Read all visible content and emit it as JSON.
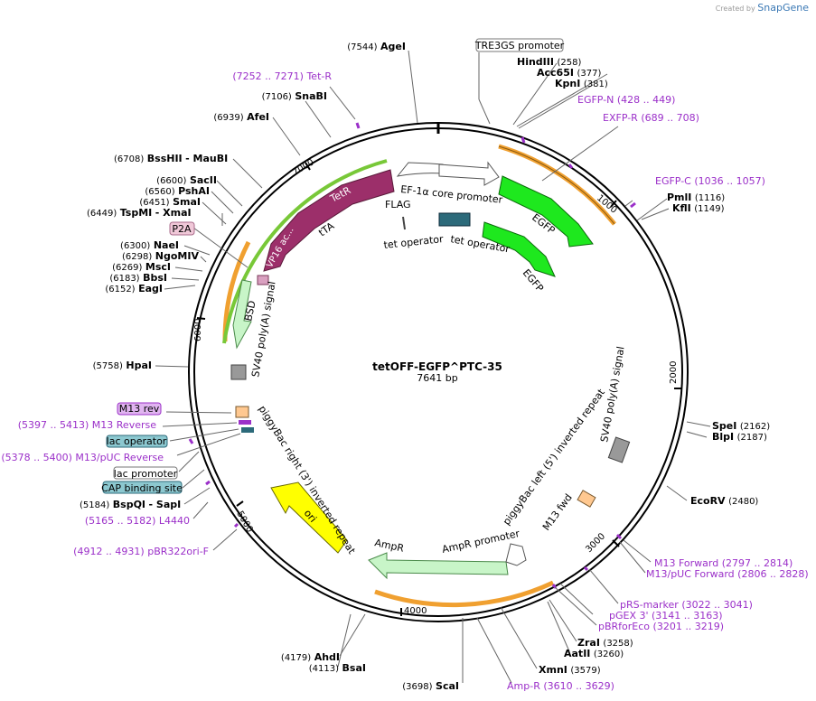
{
  "credit": {
    "prefix": "Created by",
    "brand": "SnapGene"
  },
  "plasmid": {
    "name": "tetOFF-EGFP^PTC-35",
    "size": "7641 bp"
  },
  "sites": [
    {
      "id": "agei",
      "name": "AgeI",
      "pos": "(7544)"
    },
    {
      "id": "tre3gs",
      "name": "TRE3GS promoter",
      "pos": ""
    },
    {
      "id": "hindiii",
      "name": "HindIII",
      "pos": "(258)"
    },
    {
      "id": "acc65i",
      "name": "Acc65I",
      "pos": "(377)"
    },
    {
      "id": "kpni",
      "name": "KpnI",
      "pos": "(381)"
    },
    {
      "id": "snabi",
      "name": "SnaBI",
      "pos": "(7106)"
    },
    {
      "id": "afei",
      "name": "AfeI",
      "pos": "(6939)"
    },
    {
      "id": "bsshii",
      "name": "BssHII",
      "pos": "(6708)"
    },
    {
      "id": "maubi",
      "name": "- MauBI",
      "pos": ""
    },
    {
      "id": "sacii",
      "name": "SacII",
      "pos": "(6600)"
    },
    {
      "id": "pshai",
      "name": "PshAI",
      "pos": "(6560)"
    },
    {
      "id": "smai",
      "name": "SmaI",
      "pos": "(6451)"
    },
    {
      "id": "tspmi",
      "name": "TspMI",
      "pos": "(6449)"
    },
    {
      "id": "xmai",
      "name": "- XmaI",
      "pos": ""
    },
    {
      "id": "naei",
      "name": "NaeI",
      "pos": "(6300)"
    },
    {
      "id": "ngomiv",
      "name": "NgoMIV",
      "pos": "(6298)"
    },
    {
      "id": "msci",
      "name": "MscI",
      "pos": "(6269)"
    },
    {
      "id": "bbsi",
      "name": "BbsI",
      "pos": "(6183)"
    },
    {
      "id": "eagi",
      "name": "EagI",
      "pos": "(6152)"
    },
    {
      "id": "pmli",
      "name": "PmlI",
      "pos": "(1116)"
    },
    {
      "id": "kfli",
      "name": "KflI",
      "pos": "(1149)"
    },
    {
      "id": "hpai",
      "name": "HpaI",
      "pos": "(5758)"
    },
    {
      "id": "spei",
      "name": "SpeI",
      "pos": "(2162)"
    },
    {
      "id": "blpi",
      "name": "BlpI",
      "pos": "(2187)"
    },
    {
      "id": "ecorv",
      "name": "EcoRV",
      "pos": "(2480)"
    },
    {
      "id": "bspqi",
      "name": "BspQI",
      "pos": "(5184)"
    },
    {
      "id": "sapi",
      "name": "- SapI",
      "pos": ""
    },
    {
      "id": "zrai",
      "name": "ZraI",
      "pos": "(3258)"
    },
    {
      "id": "aatii",
      "name": "AatII",
      "pos": "(3260)"
    },
    {
      "id": "xmni",
      "name": "XmnI",
      "pos": "(3579)"
    },
    {
      "id": "ahdi",
      "name": "AhdI",
      "pos": "(4179)"
    },
    {
      "id": "bsai",
      "name": "BsaI",
      "pos": "(4113)"
    },
    {
      "id": "scai",
      "name": "ScaI",
      "pos": "(3698)"
    }
  ],
  "primers": [
    {
      "id": "tetr",
      "name": "Tet-R",
      "pos": "(7252 .. 7271)"
    },
    {
      "id": "egfpn",
      "name": "EGFP-N",
      "pos": "(428 .. 449)"
    },
    {
      "id": "exfpr",
      "name": "EXFP-R",
      "pos": "(689 .. 708)"
    },
    {
      "id": "egfpc",
      "name": "EGFP-C",
      "pos": "(1036 .. 1057)"
    },
    {
      "id": "m13rev",
      "name": "M13 Reverse",
      "pos": "(5397 .. 5413)"
    },
    {
      "id": "m13pucrev",
      "name": "M13/pUC Reverse",
      "pos": "(5378 .. 5400)"
    },
    {
      "id": "l4440",
      "name": "L4440",
      "pos": "(5165 .. 5182)"
    },
    {
      "id": "pbr322",
      "name": "pBR322ori-F",
      "pos": "(4912 .. 4931)"
    },
    {
      "id": "m13fwd",
      "name": "M13 Forward",
      "pos": "(2797 .. 2814)"
    },
    {
      "id": "m13pucfwd",
      "name": "M13/pUC Forward",
      "pos": "(2806 .. 2828)"
    },
    {
      "id": "prs",
      "name": "pRS-marker",
      "pos": "(3022 .. 3041)"
    },
    {
      "id": "pgex",
      "name": "pGEX 3'",
      "pos": "(3141 .. 3163)"
    },
    {
      "id": "pbrforeco",
      "name": "pBRforEco",
      "pos": "(3201 .. 3219)"
    },
    {
      "id": "ampr",
      "name": "Amp-R",
      "pos": "(3610 .. 3629)"
    }
  ],
  "boxed": [
    {
      "id": "p2a",
      "name": "P2A"
    },
    {
      "id": "m13revbox",
      "name": "M13 rev"
    },
    {
      "id": "lacop",
      "name": "lac operator"
    },
    {
      "id": "lacprom",
      "name": "lac promoter"
    },
    {
      "id": "cap",
      "name": "CAP binding site"
    }
  ],
  "ticks": [
    {
      "id": "t1000",
      "label": "1000"
    },
    {
      "id": "t2000",
      "label": "2000"
    },
    {
      "id": "t3000",
      "label": "3000"
    },
    {
      "id": "t4000",
      "label": "4000"
    },
    {
      "id": "t5000",
      "label": "5000"
    },
    {
      "id": "t6000",
      "label": "6000"
    },
    {
      "id": "t7000",
      "label": "7000"
    }
  ],
  "features": [
    {
      "id": "ef1a",
      "name": "EF-1α core promoter"
    },
    {
      "id": "flag",
      "name": "FLAG"
    },
    {
      "id": "tetop1",
      "name": "tet operator"
    },
    {
      "id": "tetop2",
      "name": "tet operator"
    },
    {
      "id": "egfp1",
      "name": "EGFP"
    },
    {
      "id": "egfp2",
      "name": "EGFP"
    },
    {
      "id": "tetrf",
      "name": "TetR"
    },
    {
      "id": "vp16",
      "name": "VP16 ac..."
    },
    {
      "id": "tta",
      "name": "tTA"
    },
    {
      "id": "bsd",
      "name": "BSD"
    },
    {
      "id": "sv40a",
      "name": "SV40 poly(A) signal"
    },
    {
      "id": "sv40b",
      "name": "SV40 poly(A) signal"
    },
    {
      "id": "pbleft",
      "name": "piggyBac left (5') inverted repeat"
    },
    {
      "id": "m13fwdfeat",
      "name": "M13 fwd"
    },
    {
      "id": "pbright",
      "name": "piggyBac right (3') inverted repeat"
    },
    {
      "id": "ori",
      "name": "ori"
    },
    {
      "id": "amprfeat",
      "name": "AmpR"
    },
    {
      "id": "amprprom",
      "name": "AmpR promoter"
    }
  ]
}
